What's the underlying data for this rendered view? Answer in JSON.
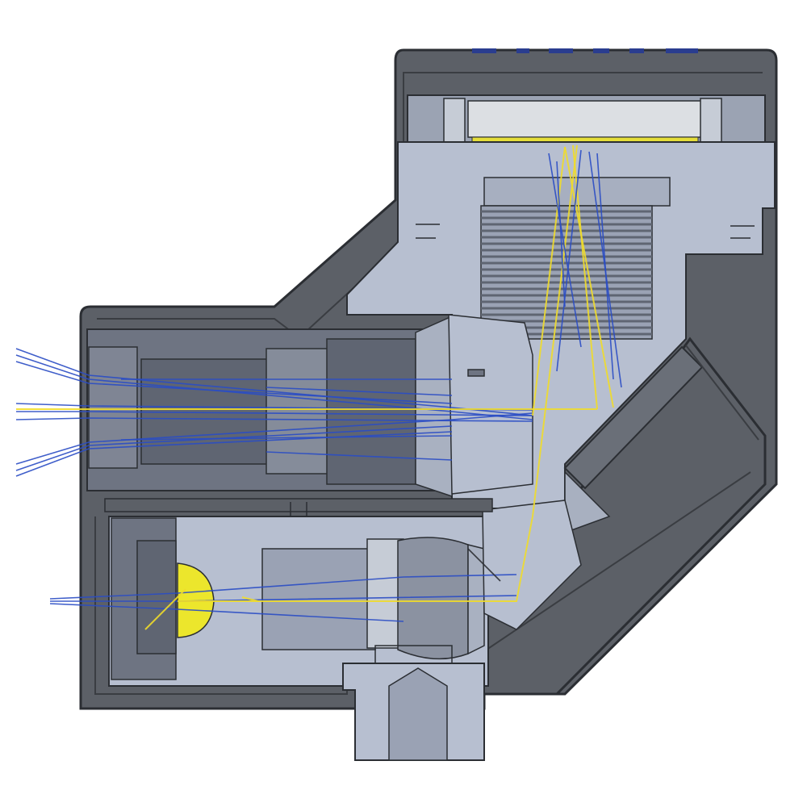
{
  "colors": {
    "background": "#ffffff",
    "housing_dark": "#5c6067",
    "housing_darker": "#44484e",
    "bore_light": "#b7bfd0",
    "bore_mid": "#9aa2b4",
    "lens_dark": "#6e7482",
    "lens_mid": "#858c9a",
    "thread": "#7c8393",
    "ray_blue": "#2a4cc4",
    "ray_yellow": "#f0dc2a",
    "sensor_yellow": "#ece62c",
    "outline": "#2b2e33"
  },
  "parts": [
    "outer-housing",
    "detector-window",
    "threaded-bore",
    "fold-mirror",
    "upper-lens-barrel",
    "lower-lens-barrel",
    "yellow-detector",
    "bottom-port"
  ],
  "rays": {
    "upper_channel_colors": [
      "blue",
      "yellow"
    ],
    "lower_channel_colors": [
      "blue",
      "yellow"
    ]
  }
}
